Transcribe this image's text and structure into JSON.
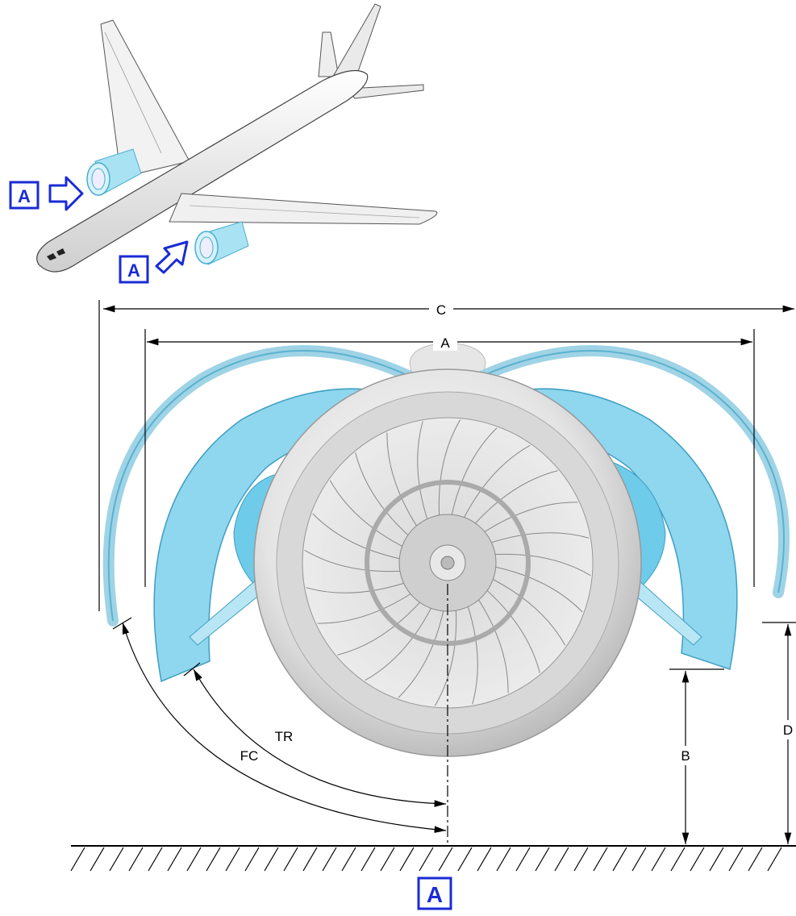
{
  "view_labels": {
    "callout_left": "A",
    "callout_bottom": "A",
    "view_marker": "A"
  },
  "dimensions": {
    "overall_width": "C",
    "inner_width": "A",
    "tr_height": "B",
    "fc_height": "D",
    "tr_arc": "TR",
    "fc_arc": "FC"
  },
  "colors": {
    "callout_blue": "#1a2bd6",
    "cowl_blue": "#8fd6ef",
    "cowl_blue_dark": "#4aaecf",
    "nacelle_grey": "#dcdcdc"
  },
  "icons": [
    "aircraft-icon",
    "view-arrow-icon",
    "engine-icon",
    "ground-hatch-icon"
  ]
}
